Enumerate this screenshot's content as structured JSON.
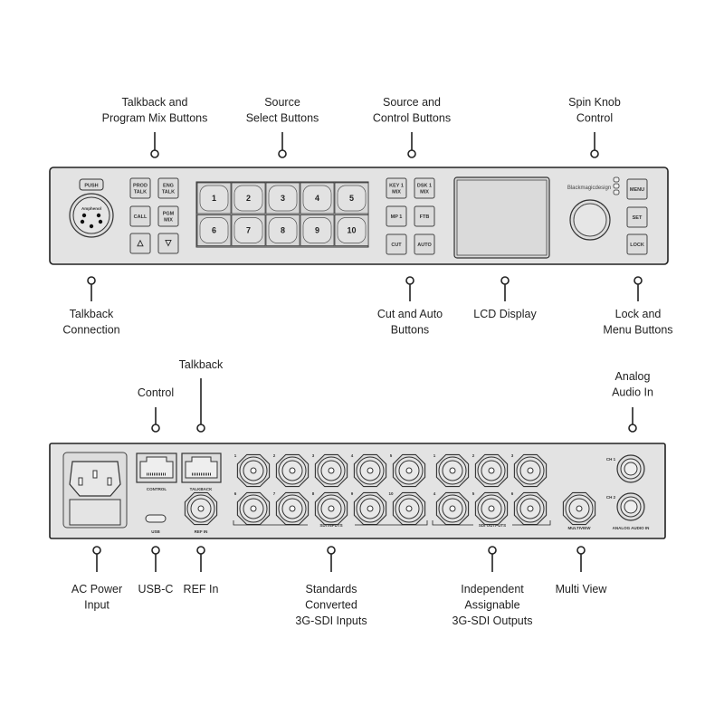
{
  "callouts": {
    "talkback_pgm": [
      "Talkback and",
      "Program Mix Buttons"
    ],
    "source_select": [
      "Source",
      "Select Buttons"
    ],
    "source_control": [
      "Source and",
      "Control  Buttons"
    ],
    "spin_knob": [
      "Spin Knob",
      "Control"
    ],
    "talkback_connection": [
      "Talkback",
      "Connection"
    ],
    "cut_auto": [
      "Cut and Auto",
      "Buttons"
    ],
    "lcd": [
      "LCD Display"
    ],
    "lock_menu": [
      "Lock and",
      "Menu Buttons"
    ],
    "control": [
      "Control"
    ],
    "talkback": [
      "Talkback"
    ],
    "analog_audio": [
      "Analog",
      "Audio In"
    ],
    "ac_power": [
      "AC Power",
      "Input"
    ],
    "usbc": [
      "USB-C"
    ],
    "ref_in": [
      "REF In"
    ],
    "sdi_inputs": [
      "Standards",
      "Converted",
      "3G-SDI Inputs"
    ],
    "sdi_outputs": [
      "Independent",
      "Assignable",
      "3G-SDI Outputs"
    ],
    "multiview": [
      "Multi View"
    ]
  },
  "front": {
    "xlr_push": "PUSH",
    "xlr_brand": "Amphenol",
    "talk_buttons": [
      [
        "PROD",
        "TALK"
      ],
      [
        "ENG",
        "TALK"
      ],
      [
        "CALL"
      ],
      [
        "PGM",
        "MIX"
      ],
      [
        "△"
      ],
      [
        "▽"
      ]
    ],
    "source_buttons": [
      "1",
      "2",
      "3",
      "4",
      "5",
      "6",
      "7",
      "8",
      "9",
      "10"
    ],
    "control_buttons": [
      [
        "KEY 1",
        "MIX"
      ],
      [
        "DSK 1",
        "MIX"
      ],
      [
        "MP 1"
      ],
      [
        "FTB"
      ],
      [
        "CUT"
      ],
      [
        "AUTO"
      ]
    ],
    "brand": "Blackmagicdesign",
    "menu_buttons": [
      "MENU",
      "SET",
      "LOCK"
    ]
  },
  "rear": {
    "control_label": "CONTROL",
    "talkback_label": "TALKBACK",
    "usb_label": "USB",
    "ref_in_label": "REF IN",
    "sdi_inputs_label": "SDI INPUTS",
    "sdi_input_numbers": [
      "1",
      "2",
      "3",
      "4",
      "5",
      "6",
      "7",
      "8",
      "9",
      "10"
    ],
    "sdi_outputs_label": "SDI OUTPUTS",
    "sdi_output_numbers": [
      "1",
      "2",
      "3",
      "4",
      "5",
      "6"
    ],
    "multiview_label": "MULTIVIEW",
    "audio_ch1": "CH 1",
    "audio_ch2": "CH 2",
    "analog_audio_label": "ANALOG AUDIO IN"
  }
}
